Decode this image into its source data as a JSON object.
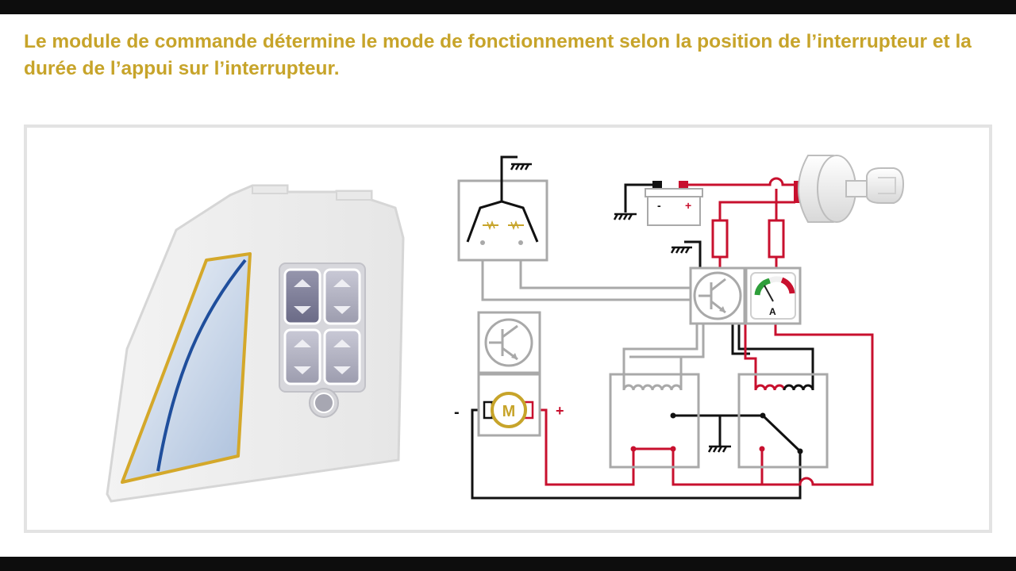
{
  "caption": "Le module de commande détermine le mode de fonctionnement selon la position de l’interrupteur et la durée de l’appui sur l’interrupteur.",
  "battery": {
    "minus": "-",
    "plus": "+"
  },
  "motor": {
    "letter": "M",
    "minus": "-",
    "plus": "+"
  },
  "ammeter": {
    "unit": "A"
  },
  "colors": {
    "caption": "#c7a42a",
    "wire_red": "#c8102e",
    "wire_black": "#111111",
    "wire_grey": "#a9a9a9",
    "door_outline": "#d4a82a",
    "window_edge": "#1f4e9c"
  },
  "icons": [
    "door-panel",
    "window-switch-block",
    "ground-symbol",
    "battery",
    "ignition-key",
    "resistor",
    "transistor",
    "ammeter",
    "motor",
    "relay-coil",
    "relay-contact"
  ]
}
